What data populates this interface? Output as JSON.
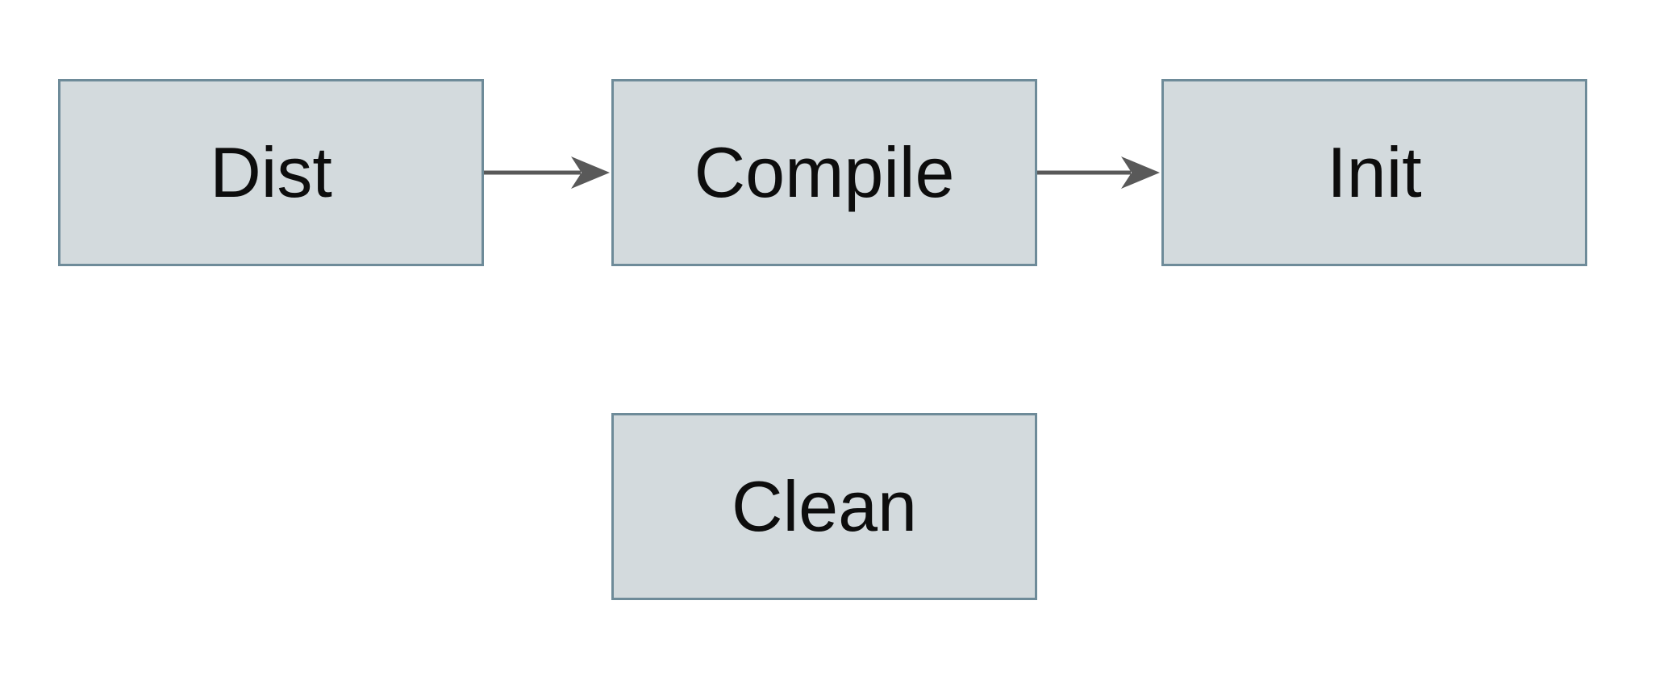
{
  "diagram": {
    "type": "flowchart",
    "background_color": "#ffffff",
    "nodes": [
      {
        "id": "dist",
        "label": "Dist"
      },
      {
        "id": "compile",
        "label": "Compile"
      },
      {
        "id": "init",
        "label": "Init"
      },
      {
        "id": "clean",
        "label": "Clean"
      }
    ],
    "edges": [
      {
        "from": "Dist",
        "to": "Compile",
        "style": "solid-arrow"
      },
      {
        "from": "Compile",
        "to": "Init",
        "style": "solid-arrow"
      }
    ],
    "colors": {
      "node_fill": "#d3dadd",
      "node_border": "#6e8b99",
      "arrow": "#595959",
      "label_text": "#0d0d0d"
    }
  }
}
